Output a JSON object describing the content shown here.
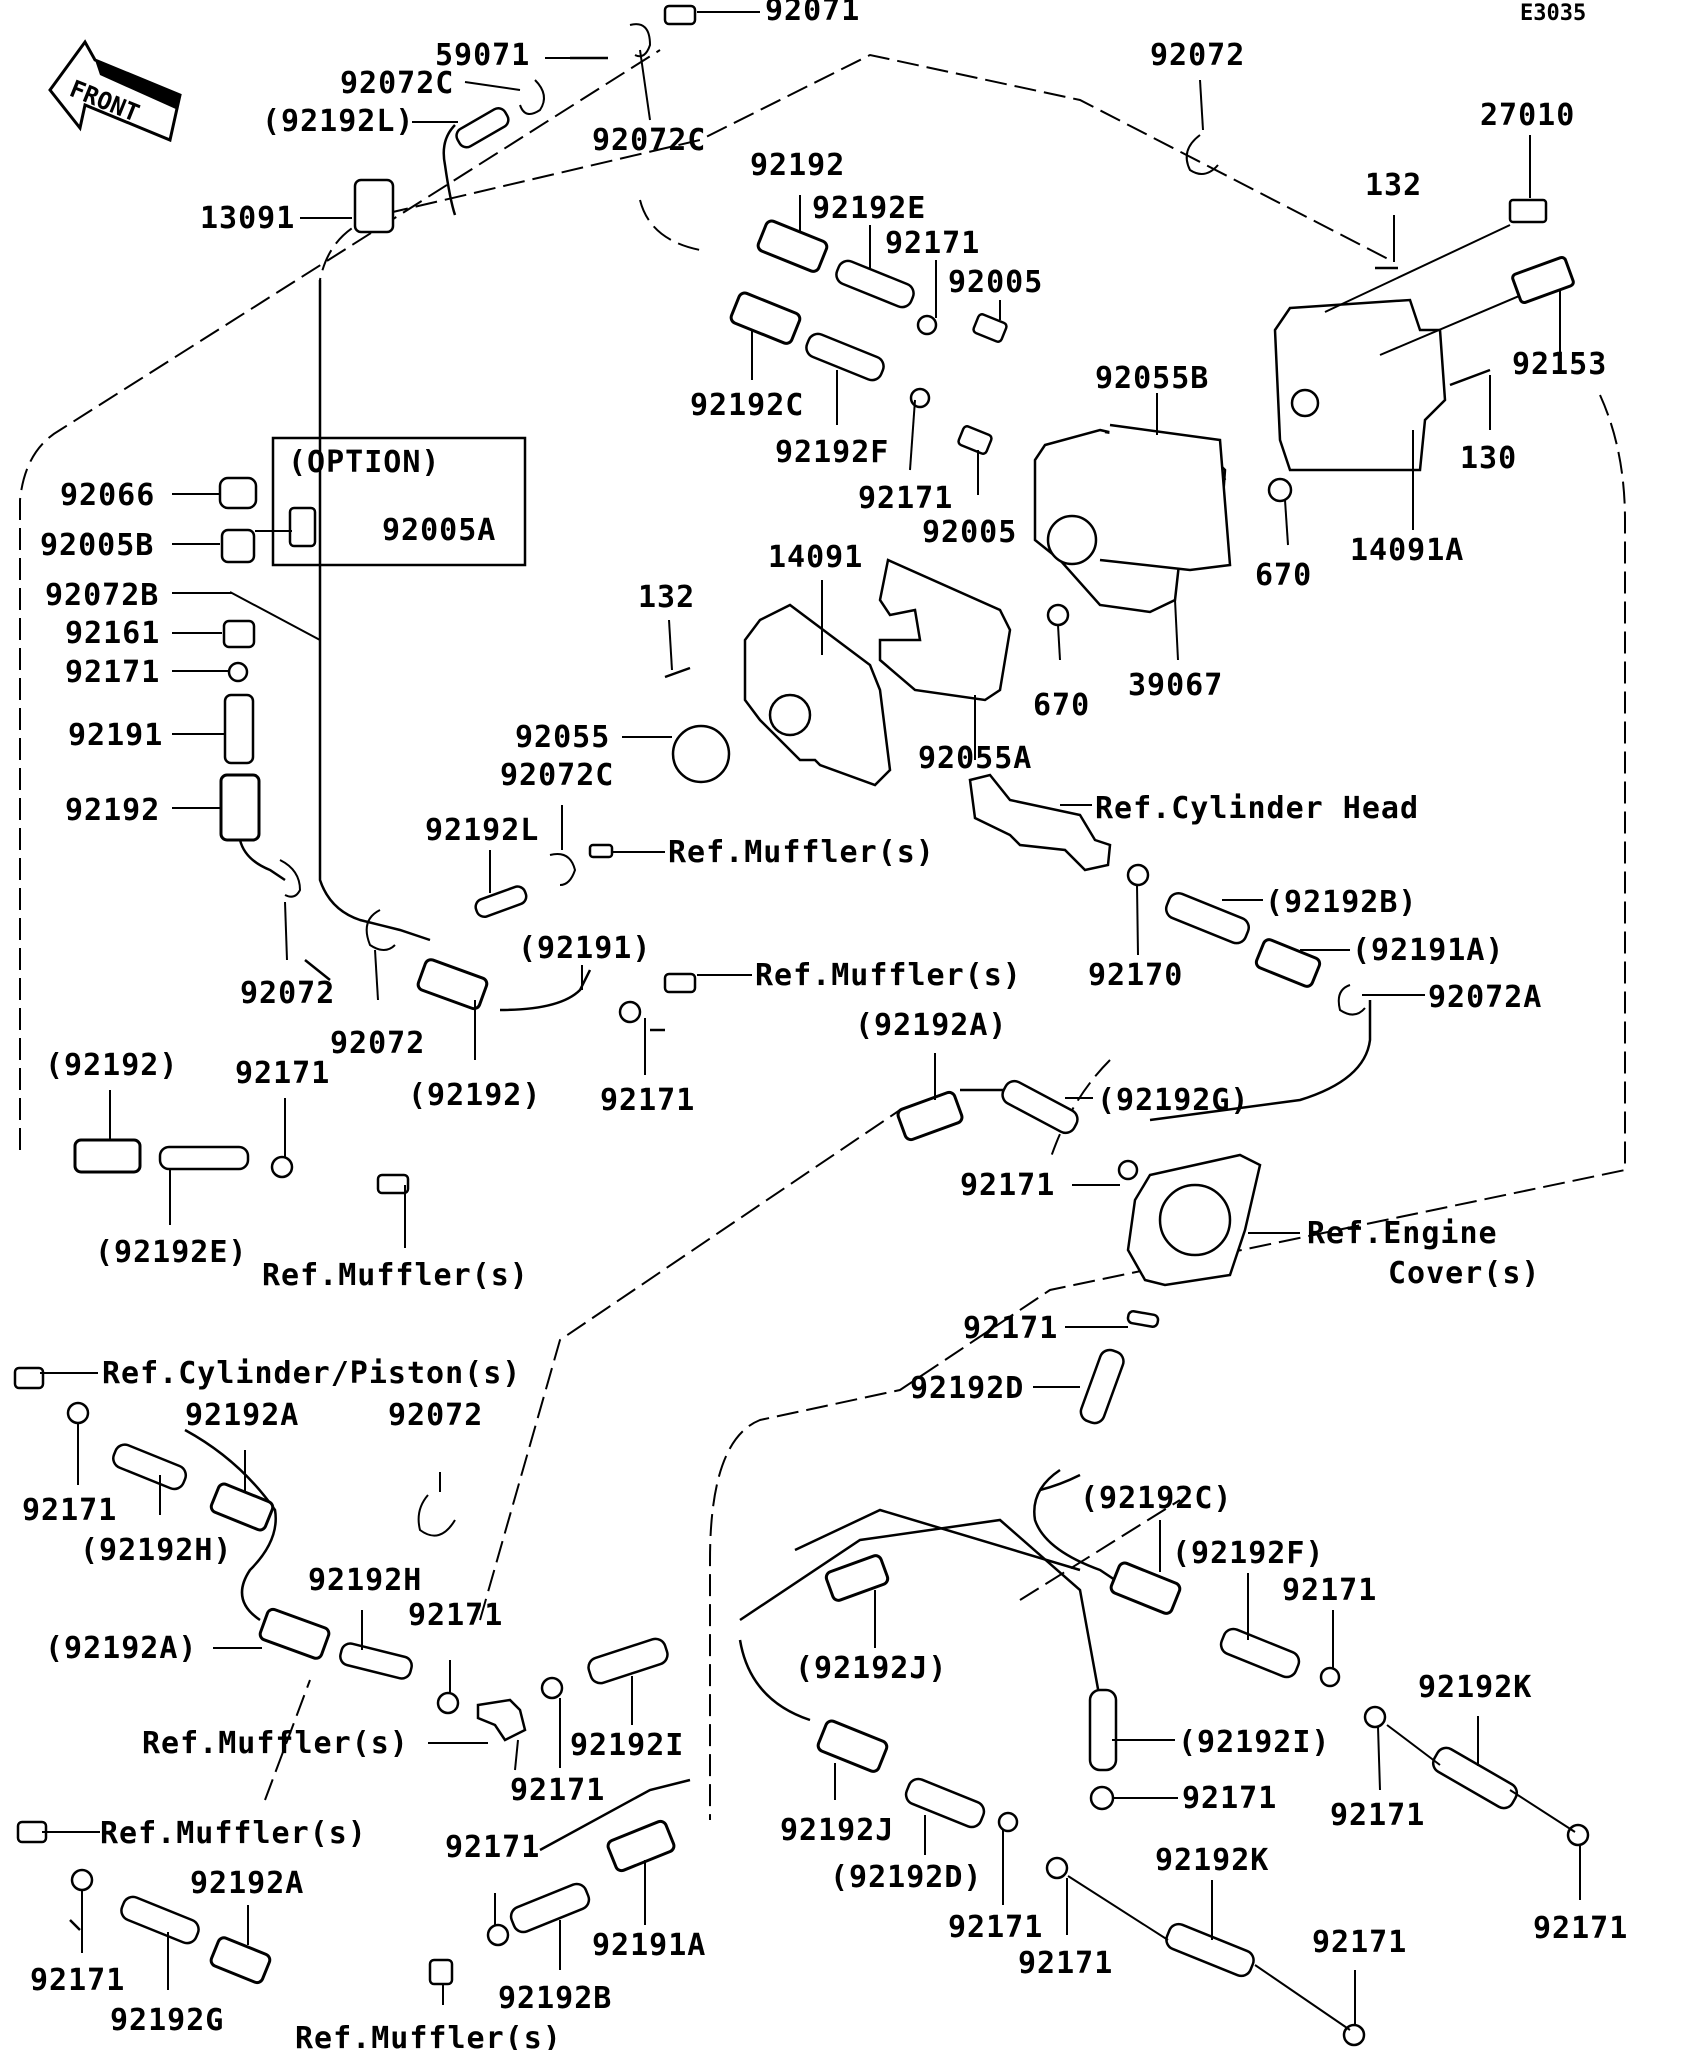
{
  "diagram_code": "E3035",
  "front_arrow": "FRONT",
  "option_box": "(OPTION)",
  "parts": {
    "p92071": "92071",
    "p59071": "59071",
    "p92072C_a": "92072C",
    "p92192L_a": "(92192L)",
    "p92072C_b": "92072C",
    "p13091": "13091",
    "p92072_a": "92072",
    "p27010": "27010",
    "p132_a": "132",
    "p92153": "92153",
    "p130": "130",
    "p14091A": "14091A",
    "p92192_a": "92192",
    "p92192E_a": "92192E",
    "p92171_a": "92171",
    "p92005_a": "92005",
    "p92192C_a": "92192C",
    "p92192F_a": "92192F",
    "p92171_b": "92171",
    "p92005_b": "92005",
    "p92055B": "92055B",
    "p670_a": "670",
    "p670_b": "670",
    "p39067": "39067",
    "p92066": "92066",
    "p92005B": "92005B",
    "p92005A": "92005A",
    "p92072B": "92072B",
    "p92161": "92161",
    "p92171_c": "92171",
    "p92191_a": "92191",
    "p92192_b": "92192",
    "p14091": "14091",
    "p132_b": "132",
    "p92055": "92055",
    "p92055A": "92055A",
    "p92072C_c": "92072C",
    "p92192L_b": "92192L",
    "ref_cyl_head": "Ref.Cylinder Head",
    "ref_muffler_a": "Ref.Muffler(s)",
    "p92192B_a": "(92192B)",
    "p92191A_a": "(92191A)",
    "p92170": "92170",
    "p92072A": "92072A",
    "p92191_b": "(92191)",
    "ref_muffler_b": "Ref.Muffler(s)",
    "p92072_b": "92072",
    "p92072_c": "92072",
    "p92192_c": "(92192)",
    "p92171_d": "92171",
    "p92192A_a": "(92192A)",
    "p92192G_a": "(92192G)",
    "p92192_d": "(92192)",
    "p92171_e": "92171",
    "p92192E_b": "(92192E)",
    "ref_muffler_c": "Ref.Muffler(s)",
    "p92171_f": "92171",
    "ref_engine_cover_1": "Ref.Engine",
    "ref_engine_cover_2": "Cover(s)",
    "p92171_g": "92171",
    "p92192D_a": "92192D",
    "ref_cyl_piston": "Ref.Cylinder/Piston(s)",
    "p92192A_b": "92192A",
    "p92072_d": "92072",
    "p92171_h": "92171",
    "p92192H_a": "(92192H)",
    "p92192H_b": "92192H",
    "p92171_i": "92171",
    "p92192A_c": "(92192A)",
    "ref_muffler_d": "Ref.Muffler(s)",
    "p92171_j": "92171",
    "p92192I_a": "92192I",
    "p92192C_b": "(92192C)",
    "p92192F_b": "(92192F)",
    "p92171_k": "92171",
    "p92192J_a": "(92192J)",
    "p92192I_b": "(92192I)",
    "p92171_l": "92171",
    "p92192K_a": "92192K",
    "p92171_m": "92171",
    "ref_muffler_e": "Ref.Muffler(s)",
    "p92192A_d": "92192A",
    "p92171_n": "92171",
    "p92192G_b": "92192G",
    "p92171_o": "92171",
    "p92191A_b": "92191A",
    "p92192B_b": "92192B",
    "ref_muffler_f": "Ref.Muffler(s)",
    "p92192J_b": "92192J",
    "p92192D_b": "(92192D)",
    "p92171_p": "92171",
    "p92171_q": "92171",
    "p92192K_b": "92192K",
    "p92171_r": "92171",
    "p92171_s": "92171"
  }
}
